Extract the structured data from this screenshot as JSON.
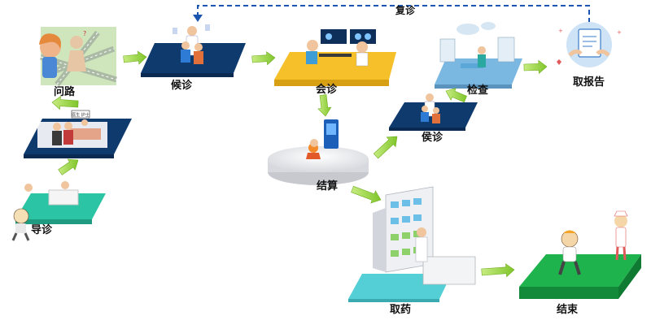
{
  "diagram": {
    "steps": {
      "wenlu": "问路",
      "daozhen": "导诊",
      "houzhen1": "候诊",
      "huizhen": "会诊",
      "jiesuan": "结算",
      "jiancha": "检查",
      "qubaogao": "取报告",
      "houzhen2": "侯诊",
      "quyao": "取药",
      "jieshu": "结束"
    },
    "return_label": "复诊",
    "sign_text": "医生 护士",
    "colors": {
      "navy": "#0e3a6e",
      "yellow": "#f5c02a",
      "teal": "#2bc4a4",
      "green": "#1fb34e",
      "cyan": "#55cfd6",
      "arrow": "#8fd136",
      "dash": "#1a56b0"
    }
  }
}
